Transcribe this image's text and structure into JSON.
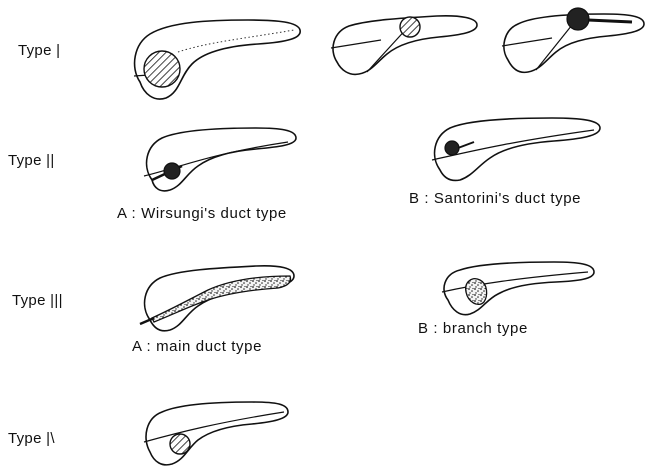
{
  "figure": {
    "rows": [
      {
        "label": "Type  |"
      },
      {
        "label": "Type  ||",
        "captions": [
          "A : Wirsungi's duct type",
          "B : Santorini's duct type"
        ]
      },
      {
        "label": "Type  |||",
        "captions": [
          "A : main duct type",
          "B : branch type"
        ]
      },
      {
        "label": "Type  |\\"
      }
    ]
  }
}
